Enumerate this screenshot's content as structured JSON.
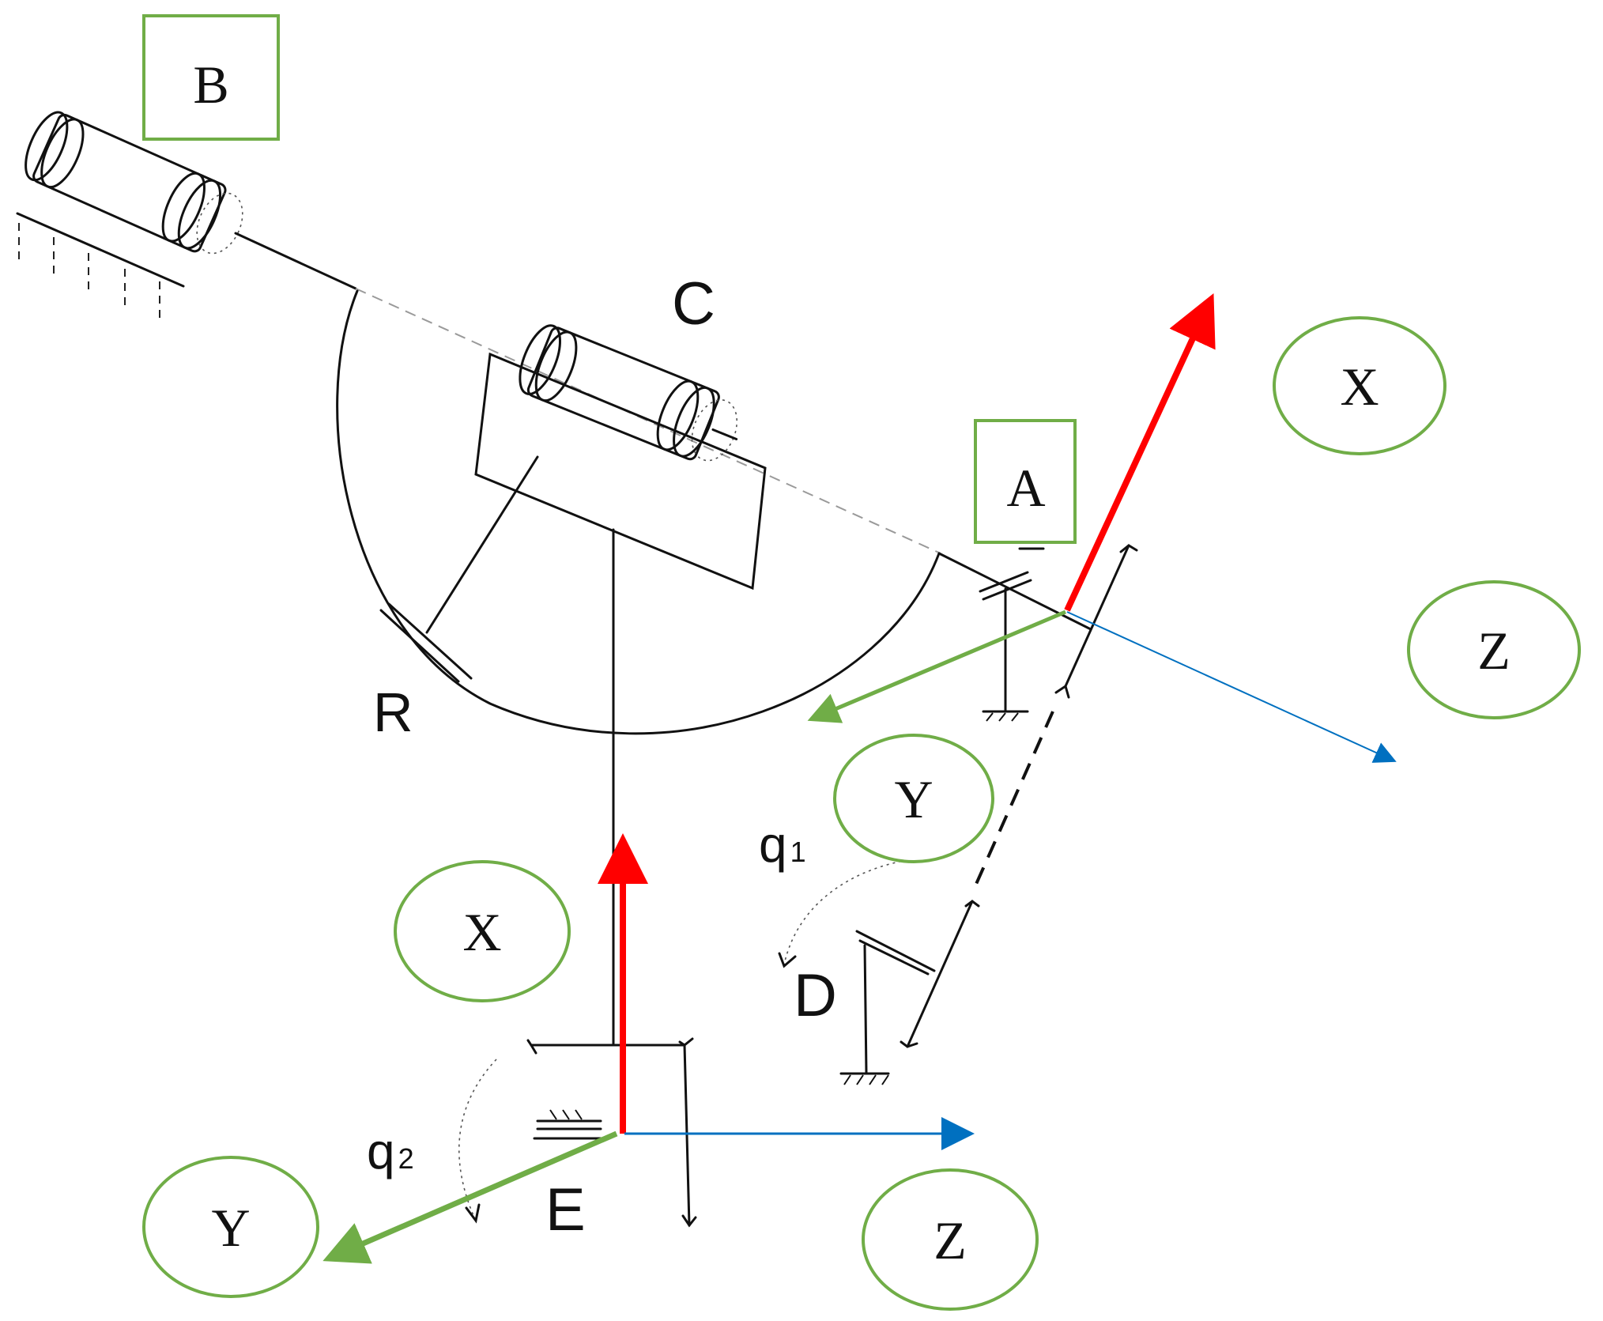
{
  "labels": {
    "A": "A",
    "B": "B",
    "C": "C",
    "D": "D",
    "E": "E",
    "R": "R",
    "q1_base": "q",
    "q1_sub": "1",
    "q2_base": "q",
    "q2_sub": "2"
  },
  "frames": {
    "upper": {
      "x": "X",
      "y": "Y",
      "z": "Z"
    },
    "lower": {
      "x": "X",
      "y": "Y",
      "z": "Z"
    }
  },
  "colors": {
    "x_axis": "#ff0000",
    "y_axis": "#70ad47",
    "z_axis": "#0070c0",
    "label_border": "#70ad47",
    "lines": "#111111"
  }
}
